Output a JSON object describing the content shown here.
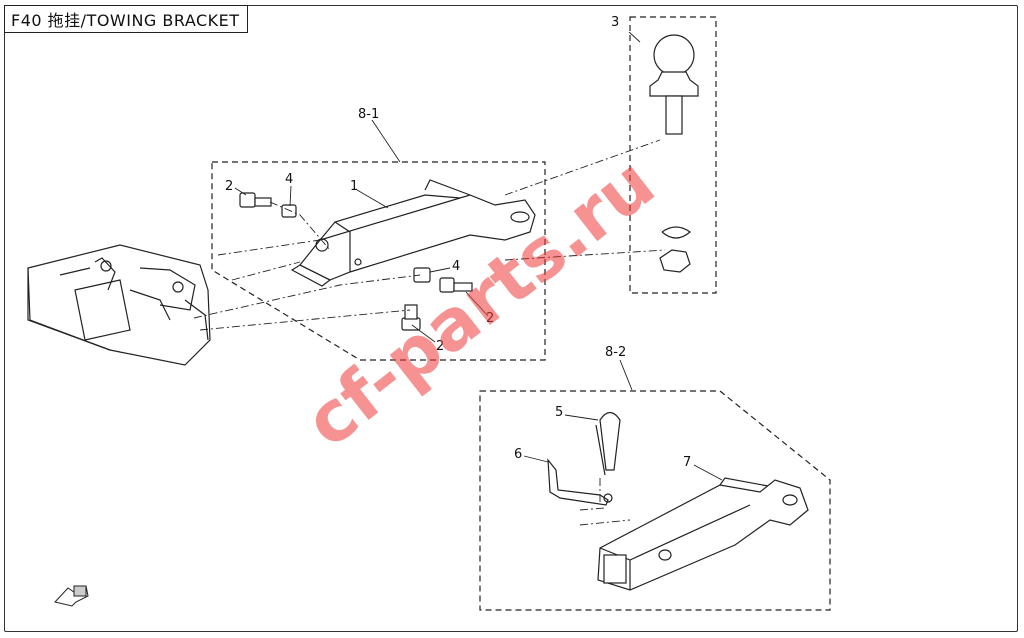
{
  "title": "F40 拖挂/TOWING BRACKET",
  "callouts": {
    "c1": "1",
    "c2a": "2",
    "c2b": "2",
    "c2c": "2",
    "c3": "3",
    "c4a": "4",
    "c4b": "4",
    "c5": "5",
    "c6": "6",
    "c7": "7",
    "c8_1": "8-1",
    "c8_2": "8-2"
  },
  "watermark": "cf-parts.ru",
  "colors": {
    "line": "#222222",
    "watermark": "#f03a3a"
  }
}
